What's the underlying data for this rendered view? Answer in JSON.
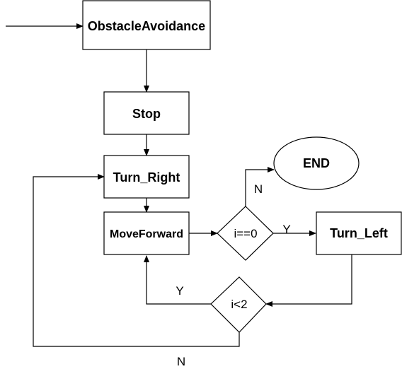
{
  "nodes": {
    "obstacle_avoidance": "ObstacleAvoidance",
    "stop": "Stop",
    "turn_right": "Turn_Right",
    "move_forward": "MoveForward",
    "decision_i_eq_0": "i==0",
    "end": "END",
    "turn_left": "Turn_Left",
    "decision_i_lt_2": "i<2"
  },
  "edge_labels": {
    "i_eq_0_no": "N",
    "i_eq_0_yes": "Y",
    "i_lt_2_yes": "Y",
    "i_lt_2_no": "N"
  }
}
